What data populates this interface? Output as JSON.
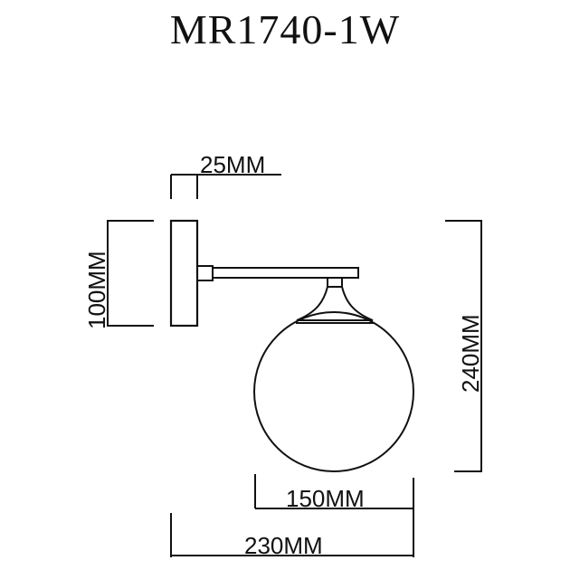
{
  "title": "MR1740-1W",
  "dimensions": {
    "plate_depth": "25MM",
    "plate_height": "100MM",
    "total_height": "240MM",
    "globe_diameter": "150MM",
    "total_projection": "230MM"
  },
  "colors": {
    "line": "#111111",
    "background": "#ffffff"
  }
}
